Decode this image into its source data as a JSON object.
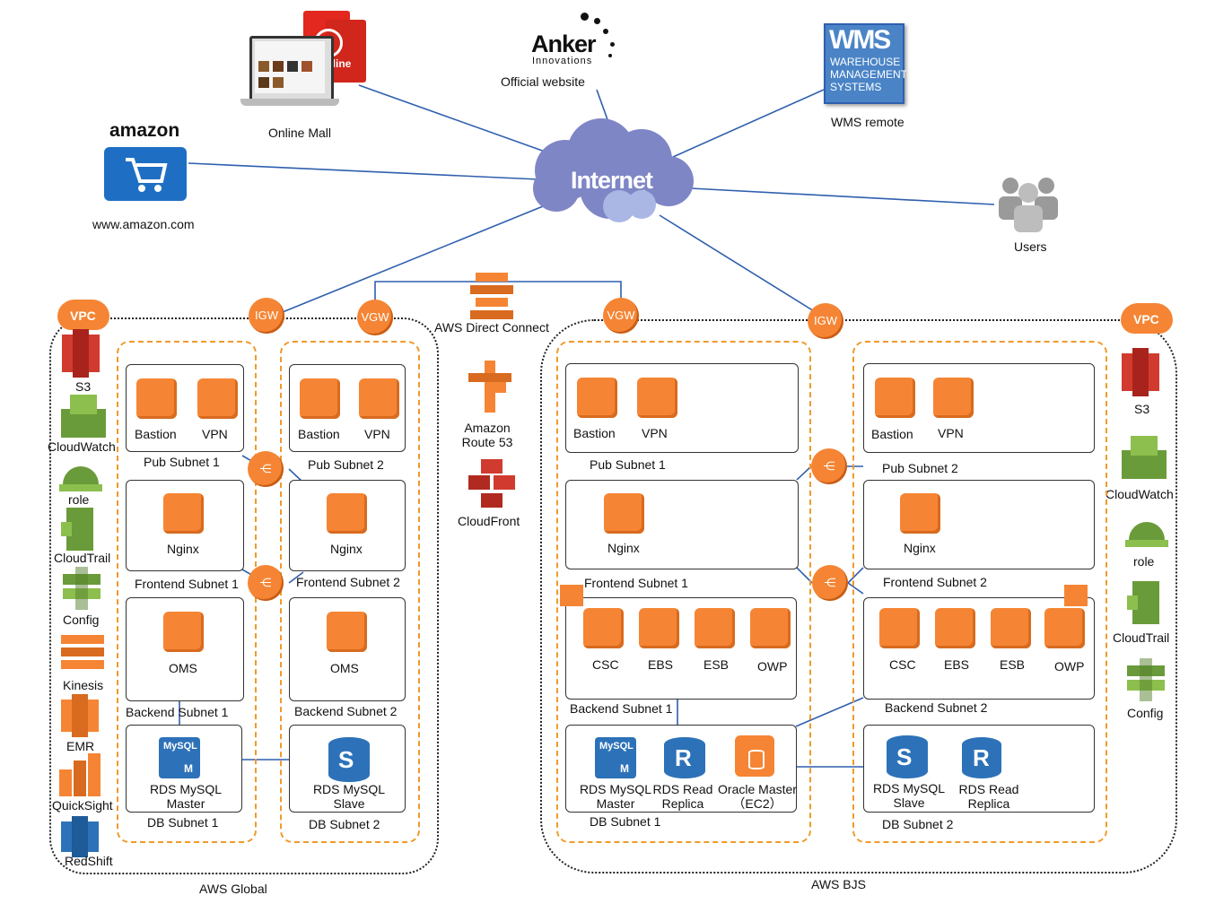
{
  "internet": "Internet",
  "sources": {
    "online_mall": "Online Mall",
    "online_bag": "online",
    "anker_brand": "Anker",
    "anker_sub": "Innovations",
    "official_website": "Official website",
    "wms_logo_title": "WMS",
    "wms_logo_sub": "WAREHOUSE MANAGEMENT SYSTEMS",
    "wms_remote": "WMS remote",
    "amazon_logo": "amazon",
    "amazon_url": "www.amazon.com",
    "users": "Users"
  },
  "gateways": {
    "igw": "IGW",
    "vgw": "VGW",
    "vpc": "VPC"
  },
  "middle": {
    "direct_connect": "AWS Direct Connect",
    "route53": "Amazon Route 53",
    "cloudfront": "CloudFront"
  },
  "regions": {
    "global": "AWS Global",
    "bjs": "AWS BJS"
  },
  "global_services": [
    "S3",
    "CloudWatch",
    "role",
    "CloudTrail",
    "Config",
    "Kinesis",
    "EMR",
    "QuickSight",
    "RedShift"
  ],
  "bjs_services": [
    "S3",
    "CloudWatch",
    "role",
    "CloudTrail",
    "Config"
  ],
  "global": {
    "pub1": {
      "title": "Pub Subnet 1",
      "a": "Bastion",
      "b": "VPN"
    },
    "pub2": {
      "title": "Pub Subnet 2",
      "a": "Bastion",
      "b": "VPN"
    },
    "fe1": {
      "title": "Frontend Subnet 1",
      "a": "Nginx"
    },
    "fe2": {
      "title": "Frontend Subnet 2",
      "a": "Nginx"
    },
    "be1": {
      "title": "Backend Subnet 1",
      "a": "OMS"
    },
    "be2": {
      "title": "Backend Subnet 2",
      "a": "OMS"
    },
    "db1": {
      "title": "DB Subnet 1",
      "a": "RDS MySQL Master"
    },
    "db2": {
      "title": "DB Subnet 2",
      "a": "RDS MySQL Slave"
    }
  },
  "bjs": {
    "pub1": {
      "title": "Pub Subnet 1",
      "a": "Bastion",
      "b": "VPN"
    },
    "pub2": {
      "title": "Pub Subnet 2",
      "a": "Bastion",
      "b": "VPN"
    },
    "fe1": {
      "title": "Frontend Subnet 1",
      "a": "Nginx"
    },
    "fe2": {
      "title": "Frontend Subnet 2",
      "a": "Nginx"
    },
    "be1": {
      "title": "Backend Subnet 1",
      "items": [
        "CSC",
        "EBS",
        "ESB",
        "OWP"
      ]
    },
    "be2": {
      "title": "Backend Subnet 2",
      "items": [
        "CSC",
        "EBS",
        "ESB",
        "OWP"
      ]
    },
    "db1": {
      "title": "DB Subnet 1",
      "a": "RDS MySQL Master",
      "b": "RDS Read Replica",
      "c": "Oracle Master（EC2）"
    },
    "db2": {
      "title": "DB Subnet 2",
      "a": "RDS MySQL Slave",
      "b": "RDS Read Replica"
    }
  },
  "icons": {
    "mysql": "MySQL",
    "mysql_m": "M",
    "rds_s": "S",
    "rds_r": "R"
  },
  "colors": {
    "accent": "#f58534",
    "line": "#2f5fae",
    "dash": "#ef9a2c",
    "rds": "#2d72b8",
    "green": "#6a9b3a",
    "red": "#d13b2f"
  }
}
